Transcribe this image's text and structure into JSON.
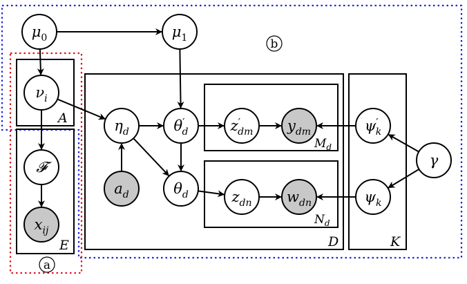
{
  "diagram": {
    "nodes": {
      "mu0": {
        "base": "μ",
        "sub": "0",
        "sub_italic": false,
        "prime": false,
        "observed": false
      },
      "mu1": {
        "base": "μ",
        "sub": "1",
        "sub_italic": false,
        "prime": false,
        "observed": false
      },
      "nu": {
        "base": "ν",
        "sub": "i",
        "sub_italic": true,
        "prime": false,
        "observed": false
      },
      "F": {
        "base": "𝓕",
        "sub": "",
        "sub_italic": false,
        "prime": false,
        "observed": false
      },
      "x": {
        "base": "x",
        "sub": "ij",
        "sub_italic": true,
        "prime": false,
        "observed": true
      },
      "eta": {
        "base": "η",
        "sub": "d",
        "sub_italic": true,
        "prime": false,
        "observed": false
      },
      "a": {
        "base": "a",
        "sub": "d",
        "sub_italic": true,
        "prime": false,
        "observed": true
      },
      "thetap": {
        "base": "θ",
        "sub": "d",
        "sub_italic": true,
        "prime": true,
        "observed": false
      },
      "theta": {
        "base": "θ",
        "sub": "d",
        "sub_italic": true,
        "prime": false,
        "observed": false
      },
      "zp": {
        "base": "z",
        "sub": "dm",
        "sub_italic": true,
        "prime": true,
        "observed": false
      },
      "y": {
        "base": "y",
        "sub": "dm",
        "sub_italic": true,
        "prime": false,
        "observed": true
      },
      "z": {
        "base": "z",
        "sub": "dn",
        "sub_italic": true,
        "prime": false,
        "observed": false
      },
      "w": {
        "base": "w",
        "sub": "dn",
        "sub_italic": true,
        "prime": false,
        "observed": true
      },
      "psip": {
        "base": "ψ",
        "sub": "k",
        "sub_italic": true,
        "prime": true,
        "observed": false
      },
      "psi": {
        "base": "ψ",
        "sub": "k",
        "sub_italic": true,
        "prime": false,
        "observed": false
      },
      "gamma": {
        "base": "γ",
        "sub": "",
        "sub_italic": false,
        "prime": false,
        "observed": false
      }
    },
    "edges": [
      [
        "mu0",
        "mu1"
      ],
      [
        "mu0",
        "nu"
      ],
      [
        "nu",
        "F"
      ],
      [
        "F",
        "x"
      ],
      [
        "nu",
        "eta"
      ],
      [
        "mu1",
        "thetap"
      ],
      [
        "eta",
        "thetap"
      ],
      [
        "a",
        "eta"
      ],
      [
        "eta",
        "theta"
      ],
      [
        "thetap",
        "theta"
      ],
      [
        "thetap",
        "zp"
      ],
      [
        "zp",
        "y"
      ],
      [
        "theta",
        "z"
      ],
      [
        "z",
        "w"
      ],
      [
        "psip",
        "y"
      ],
      [
        "psi",
        "w"
      ],
      [
        "gamma",
        "psip"
      ],
      [
        "gamma",
        "psi"
      ]
    ],
    "plates": {
      "A": {
        "label": "A"
      },
      "E": {
        "label": "E"
      },
      "D": {
        "label": "D"
      },
      "Md": {
        "label_base": "M",
        "label_sub": "d"
      },
      "Nd": {
        "label_base": "N",
        "label_sub": "d"
      },
      "K": {
        "label": "K"
      }
    },
    "region_labels": {
      "a": "a",
      "b": "b"
    },
    "colors": {
      "observed_fill": "#c8c8c8",
      "latent_fill": "#ffffff",
      "stroke": "#000000",
      "region_a": "#e0161e",
      "region_b": "#1f25d6"
    }
  }
}
